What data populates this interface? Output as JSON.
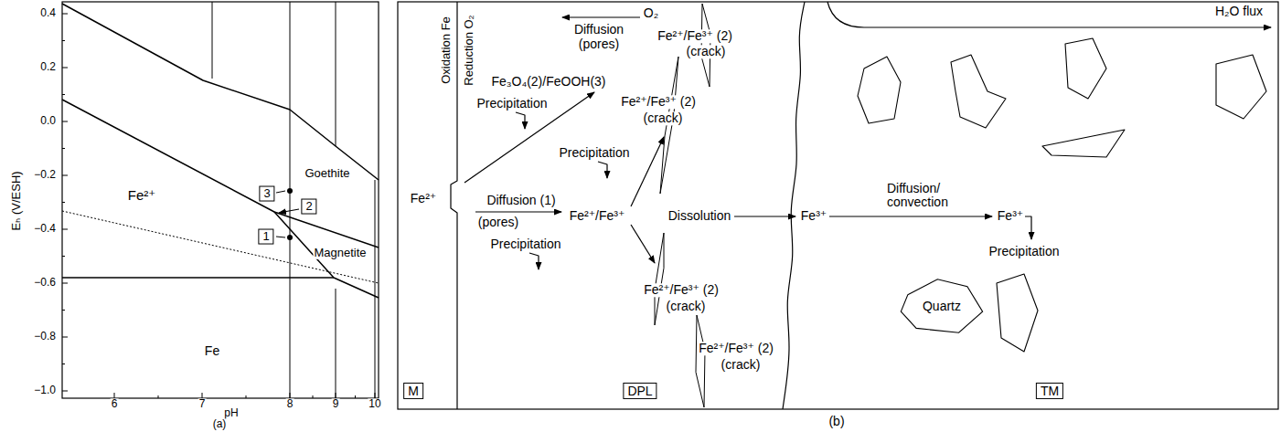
{
  "diagram": {
    "nodes": [
      {
        "text": [
          "3"
        ]
      },
      {
        "text": [
          "2"
        ]
      },
      {
        "text": [
          "1"
        ]
      },
      {
        "text": [
          "Quartz"
        ]
      },
      {
        "text": [
          "M"
        ]
      },
      {
        "text": [
          "DPL"
        ]
      },
      {
        "text": [
          "TM"
        ]
      }
    ],
    "labels": [
      "0.4",
      "0.2",
      "0.0",
      "−0.2",
      "−0.4",
      "−0.6",
      "−0.8",
      "−1.0",
      "6",
      "7",
      "8",
      "9",
      "10",
      "Eₕ (V/ESH)",
      "pH",
      "(a)",
      "Fe²⁺",
      "Goethite",
      "Magnetite",
      "Fe",
      "Oxidation Fe",
      "Reduction O₂",
      "Diffusion",
      "O₂",
      "(pores)",
      "Fe₃O₄(2)/FeOOH(3)",
      "Precipitation",
      "Fe²⁺/Fe³⁺ (2)",
      "(crack)",
      "Fe²⁺/Fe³⁺ (2)",
      "(crack)",
      "Precipitation",
      "Fe²⁺",
      "Diffusion (1)",
      "(pores)",
      "Fe²⁺/Fe³⁺",
      "Precipitation",
      "Dissolution",
      "Fe²⁺/Fe³⁺ (2)",
      "(crack)",
      "Fe²⁺/Fe³⁺ (2)",
      "(crack)",
      "Fe³⁺",
      "Diffusion/ convection",
      "Fe³⁺",
      "Precipitation",
      "H₂O flux",
      "(b)"
    ]
  }
}
